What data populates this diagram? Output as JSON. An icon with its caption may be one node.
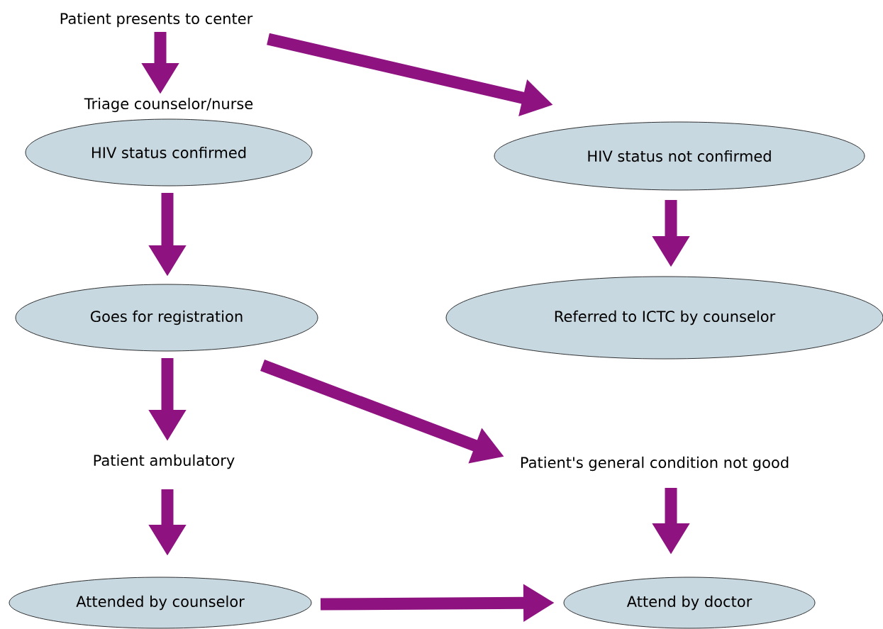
{
  "diagram": {
    "nodes": [
      {
        "text": [
          "Patient presents to center"
        ]
      },
      {
        "text": [
          "Triage counselor/nurse",
          "HIV status confirmed"
        ]
      },
      {
        "text": [
          "HIV status not confirmed"
        ]
      },
      {
        "text": [
          "Goes for registration"
        ]
      },
      {
        "text": [
          "Referred to ICTC by counselor"
        ]
      },
      {
        "text": [
          "Patient ambulatory"
        ]
      },
      {
        "text": [
          "Patient's general condition not good"
        ]
      },
      {
        "text": [
          "Attended by counselor"
        ]
      },
      {
        "text": [
          "Attend by doctor"
        ]
      }
    ],
    "edges": [
      {
        "from": 0,
        "to": 1,
        "arrow": "to"
      },
      {
        "from": 0,
        "to": 2,
        "arrow": "to"
      },
      {
        "from": 1,
        "to": 3,
        "arrow": "to"
      },
      {
        "from": 2,
        "to": 4,
        "arrow": "to"
      },
      {
        "from": 3,
        "to": 5,
        "arrow": "to"
      },
      {
        "from": 3,
        "to": 6,
        "arrow": "to"
      },
      {
        "from": 5,
        "to": 7,
        "arrow": "to"
      },
      {
        "from": 6,
        "to": 8,
        "arrow": "to"
      },
      {
        "from": 7,
        "to": 8,
        "arrow": "to"
      }
    ]
  }
}
